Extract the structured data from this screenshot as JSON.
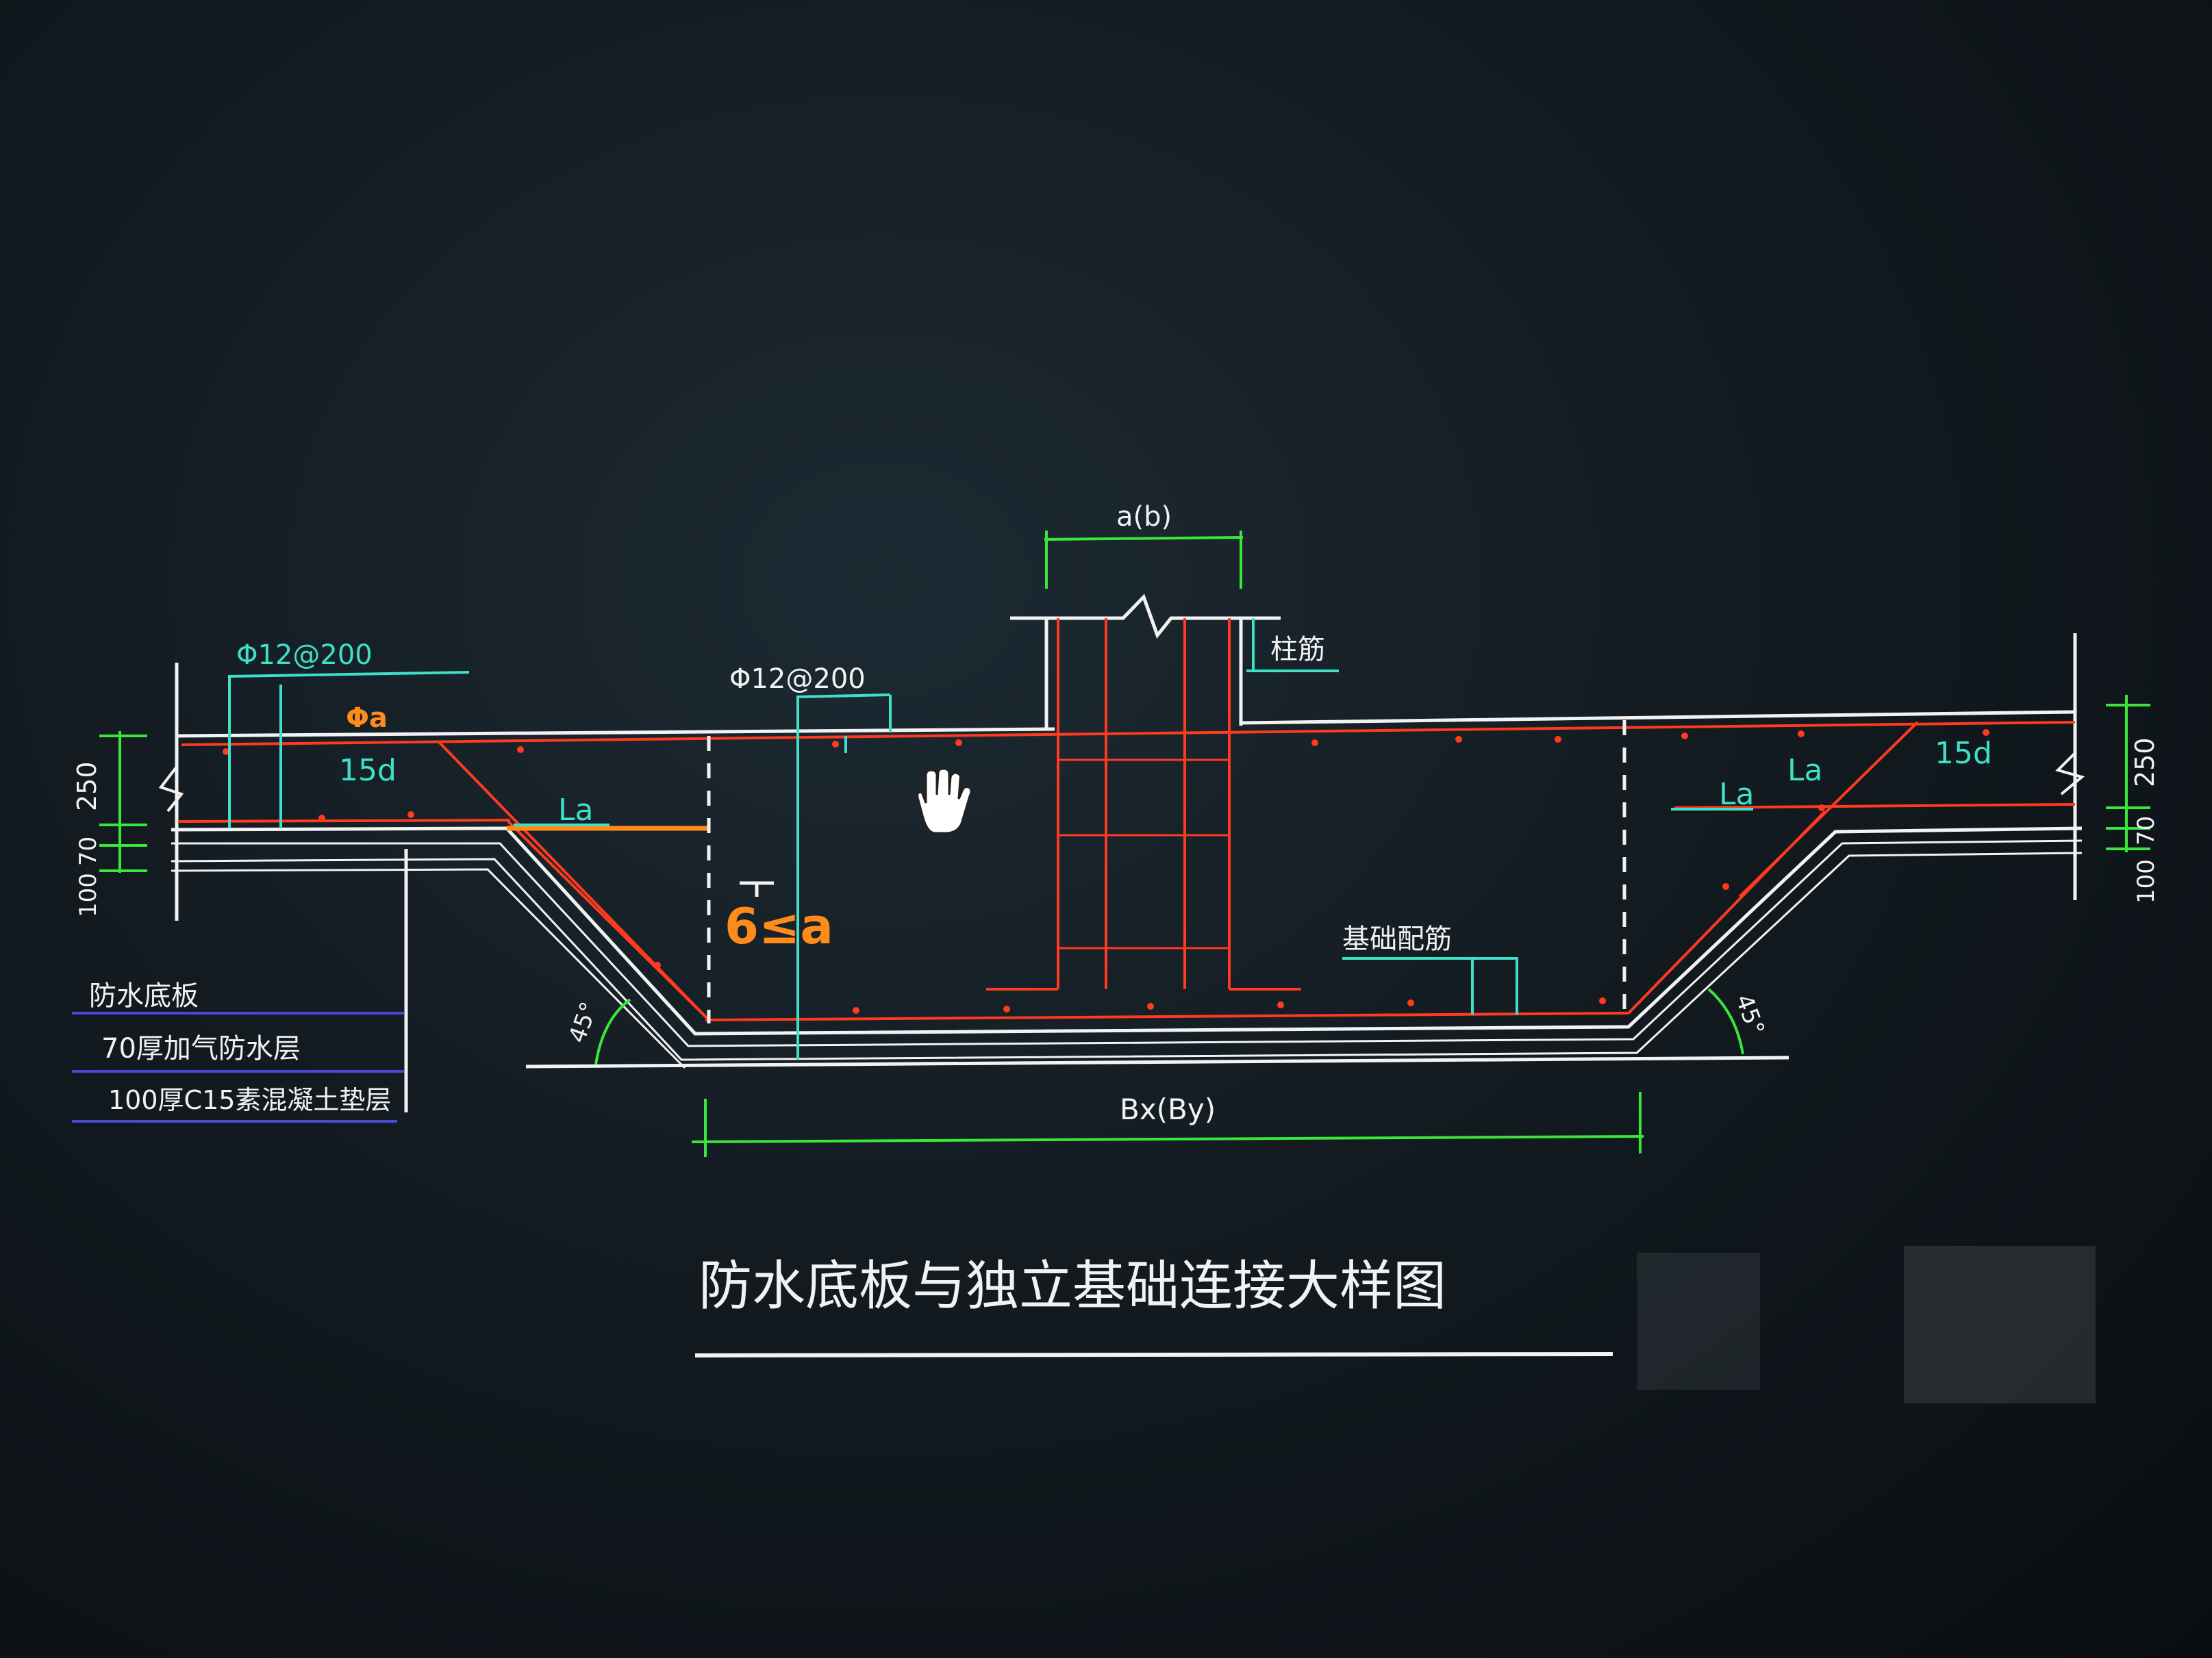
{
  "drawing": {
    "title": "防水底板与独立基础连接大样图",
    "colors": {
      "background": "#0c1115",
      "outline": "#f2f2f2",
      "rebar": "#ff3a1f",
      "dimension": "#39e63a",
      "leader": "#3ee0c8",
      "annotation": "#ffffff",
      "legend": "#4a4ad6",
      "handwriting": "#ff8c1a"
    }
  },
  "labels": {
    "column_width": "a(b)",
    "column_rebar": "柱筋",
    "rebar_left_top": "Φ12@200",
    "rebar_center_top": "Φ12@200",
    "rebar_left_orange": "Φa",
    "anchor_15d_left": "15d",
    "anchor_15d_right": "15d",
    "la_left": "La",
    "la_right_1": "La",
    "la_right_2": "La",
    "foundation_rebar": "基础配筋",
    "angle_left": "45°",
    "angle_right": "45°",
    "base_width": "Bx(By)",
    "handwritten_note": "6≤a"
  },
  "dimensions": {
    "left": [
      "250",
      "70",
      "100"
    ],
    "right": [
      "250",
      "70",
      "100"
    ]
  },
  "legend": {
    "rows": [
      "防水底板",
      "70厚加气防水层",
      "100厚C15素混凝土垫层"
    ]
  }
}
